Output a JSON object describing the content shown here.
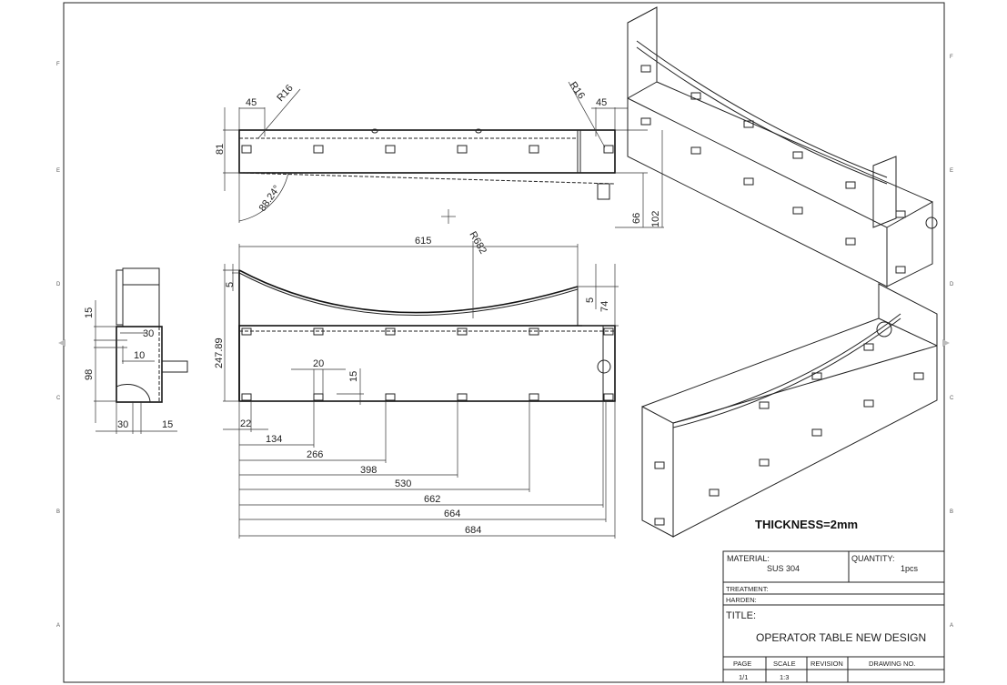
{
  "sheet": {
    "zones_left": [
      "F",
      "E",
      "D",
      "C",
      "B",
      "A"
    ],
    "zones_right": [
      "F",
      "E",
      "D",
      "C",
      "B",
      "A"
    ]
  },
  "top_view": {
    "dims": {
      "left_45": "45",
      "left_r16": "R16",
      "height_81": "81",
      "angle": "88.24°",
      "right_r16": "R16",
      "right_45": "45",
      "dim_66": "66",
      "dim_102": "102"
    }
  },
  "front_view": {
    "dims": {
      "width_615": "615",
      "radius": "R682",
      "left_5": "5",
      "height": "247.89",
      "right_5": "5",
      "right_74": "74",
      "slot_20": "20",
      "slot_15": "15",
      "d22": "22",
      "d134": "134",
      "d266": "266",
      "d398": "398",
      "d530": "530",
      "d662": "662",
      "d664": "664",
      "d684": "684"
    }
  },
  "side_view": {
    "dims": {
      "d15_top": "15",
      "d30_top": "30",
      "d10": "10",
      "d98": "98",
      "d30_bottom": "30",
      "d15_bottom": "15"
    }
  },
  "note": "THICKNESS=2mm",
  "title_block": {
    "material_label": "MATERIAL:",
    "material": "SUS 304",
    "quantity_label": "QUANTITY:",
    "quantity": "1pcs",
    "treatment_label": "TREATMENT:",
    "harden_label": "HARDEN:",
    "title_label": "TITLE:",
    "title": "OPERATOR TABLE NEW DESIGN",
    "page_label": "PAGE",
    "page": "1/1",
    "scale_label": "SCALE",
    "scale": "1:3",
    "revision_label": "REVISION",
    "drawing_no_label": "DRAWING NO."
  }
}
